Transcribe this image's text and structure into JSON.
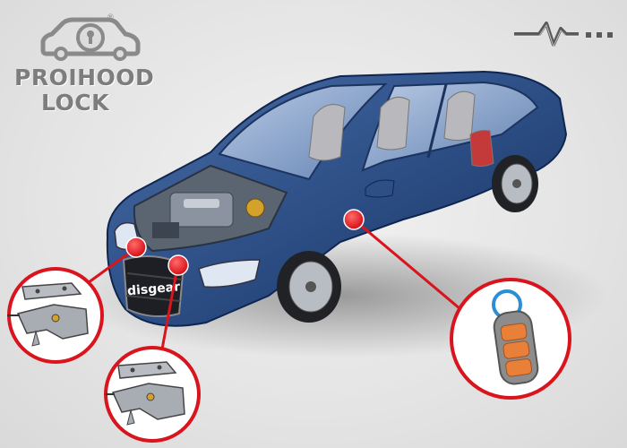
{
  "brand": {
    "name_line1": "PROIHOOD",
    "name_line2": "LOCK",
    "registered_mark": "®"
  },
  "car": {
    "grille_label": "disgear"
  },
  "callouts": [
    {
      "name": "hood-latch-left",
      "icon": "hood-lock-bracket-icon"
    },
    {
      "name": "hood-latch-right",
      "icon": "hood-lock-bracket-icon"
    },
    {
      "name": "remote-key",
      "icon": "car-remote-key-icon"
    }
  ],
  "colors": {
    "accent": "#d9141c",
    "car_body": "#2d4f86",
    "key_button": "#e8803a",
    "logo_gray": "#7d7d7d"
  }
}
